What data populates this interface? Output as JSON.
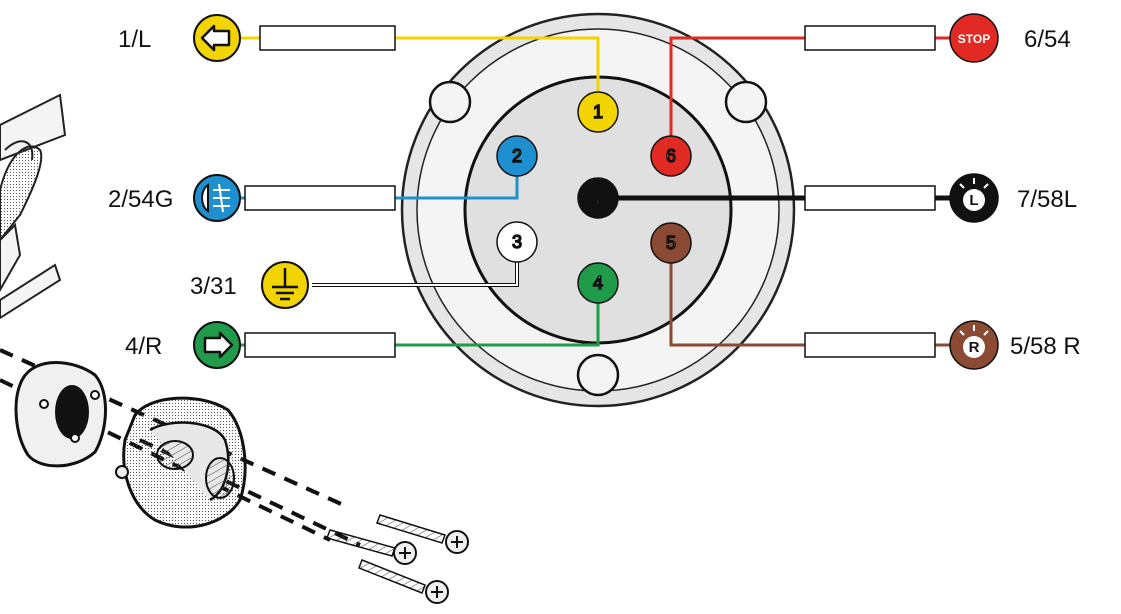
{
  "terminals": [
    {
      "id": "1/L",
      "pin": "1",
      "color": "#f2d400",
      "icon": "left-arrow-icon"
    },
    {
      "id": "2/54G",
      "pin": "2",
      "color": "#1e8fcf",
      "icon": "fog-light-icon"
    },
    {
      "id": "3/31",
      "pin": "3",
      "color": "#ffffff",
      "icon": "ground-icon",
      "icon_bg": "#f2d400"
    },
    {
      "id": "4/R",
      "pin": "4",
      "color": "#1f9b4a",
      "icon": "right-arrow-icon"
    },
    {
      "id": "5/58 R",
      "pin": "5",
      "color": "#8a4a34",
      "icon": "right-position-light-icon",
      "icon_letter": "R"
    },
    {
      "id": "6/54",
      "pin": "6",
      "color": "#e12a23",
      "icon": "stop-icon",
      "icon_text": "STOP"
    },
    {
      "id": "7/58L",
      "pin": "7",
      "color": "#111111",
      "icon": "left-position-light-icon",
      "icon_letter": "L"
    }
  ],
  "connector": {
    "body_color": "#e6e6e6",
    "outline_color": "#222222"
  }
}
